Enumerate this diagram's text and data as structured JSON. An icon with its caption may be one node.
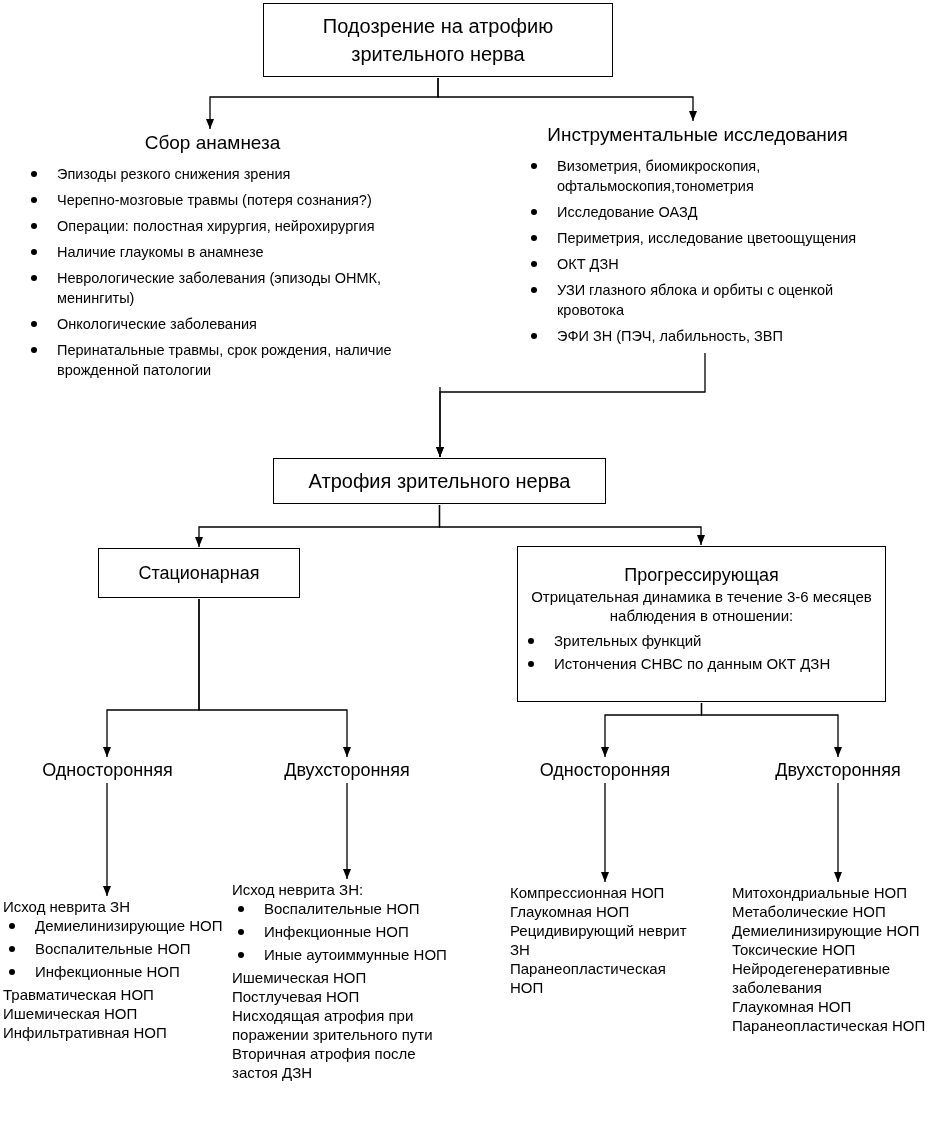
{
  "diagram": {
    "nodes": [
      {
        "text": [
          "Подозрение на атрофию зрительного нерва"
        ]
      },
      {
        "text": [
          "Сбор анамнеза",
          "Эпизоды резкого снижения зрения",
          "Черепно-мозговые травмы (потеря сознания?)",
          "Операции: полостная хирургия, нейрохирургия",
          "Наличие глаукомы в анамнезе",
          "Неврологические заболевания (эпизоды ОНМК, менингиты)",
          "Онкологические заболевания",
          "Перинатальные травмы, срок рождения, наличие врожденной патологии"
        ]
      },
      {
        "text": [
          "Инструментальные исследования",
          "Визометрия, биомикроскопия, офтальмоскопия,тонометрия",
          "Исследование ОАЗД",
          "Периметрия, исследование цветоощущения",
          "ОКТ ДЗН",
          "УЗИ глазного яблока и орбиты с оценкой кровотока",
          "ЭФИ ЗН (ПЭЧ, лабильность, ЗВП"
        ]
      },
      {
        "text": [
          "Атрофия зрительного нерва"
        ]
      },
      {
        "text": [
          "Стационарная"
        ]
      },
      {
        "text": [
          "Прогрессирующая",
          "Отрицательная динамика в течение 3-6 месяцев наблюдения в отношении:",
          "Зрительных функций",
          "Истончения СНВС по данным ОКТ ДЗН"
        ]
      },
      {
        "text": [
          "Односторонняя"
        ]
      },
      {
        "text": [
          "Двухсторонняя"
        ]
      },
      {
        "text": [
          "Односторонняя"
        ]
      },
      {
        "text": [
          "Двухсторонняя"
        ]
      },
      {
        "text": [
          "Исход неврита ЗН",
          "Демиелинизирующие НОП",
          "Воспалительные НОП",
          "Инфекционные НОП",
          "Травматическая НОП",
          "Ишемическая НОП",
          "Инфильтративная НОП"
        ]
      },
      {
        "text": [
          "Исход неврита ЗН:",
          "Воспалительные НОП",
          "Инфекционные НОП",
          "Иные аутоиммунные НОП",
          "Ишемическая НОП",
          "Постлучевая НОП",
          "Нисходящая атрофия при поражении зрительного пути",
          "Вторичная атрофия после застоя ДЗН"
        ]
      },
      {
        "text": [
          "Компрессионная НОП",
          "Глаукомная НОП",
          "Рецидивирующий неврит ЗН",
          "Паранеопластическая НОП"
        ]
      },
      {
        "text": [
          "Митохондриальные НОП",
          "Метаболические НОП",
          "Демиелинизирующие НОП",
          "Токсические НОП",
          "Нейродегенеративные заболевания",
          "Глаукомная НОП",
          "Паранеопластическая НОП"
        ]
      }
    ],
    "edges": [
      {
        "from": 0,
        "to": 1,
        "arrow": "to"
      },
      {
        "from": 0,
        "to": 2,
        "arrow": "to"
      },
      {
        "from": 1,
        "to": 3,
        "arrow": "to"
      },
      {
        "from": 2,
        "to": 3,
        "arrow": "to"
      },
      {
        "from": 3,
        "to": 4,
        "arrow": "to"
      },
      {
        "from": 3,
        "to": 5,
        "arrow": "to"
      },
      {
        "from": 4,
        "to": 6,
        "arrow": "to"
      },
      {
        "from": 4,
        "to": 7,
        "arrow": "to"
      },
      {
        "from": 5,
        "to": 8,
        "arrow": "to"
      },
      {
        "from": 5,
        "to": 9,
        "arrow": "to"
      },
      {
        "from": 6,
        "to": 10,
        "arrow": "to"
      },
      {
        "from": 7,
        "to": 11,
        "arrow": "to"
      },
      {
        "from": 8,
        "to": 12,
        "arrow": "to"
      },
      {
        "from": 9,
        "to": 13,
        "arrow": "to"
      }
    ]
  }
}
